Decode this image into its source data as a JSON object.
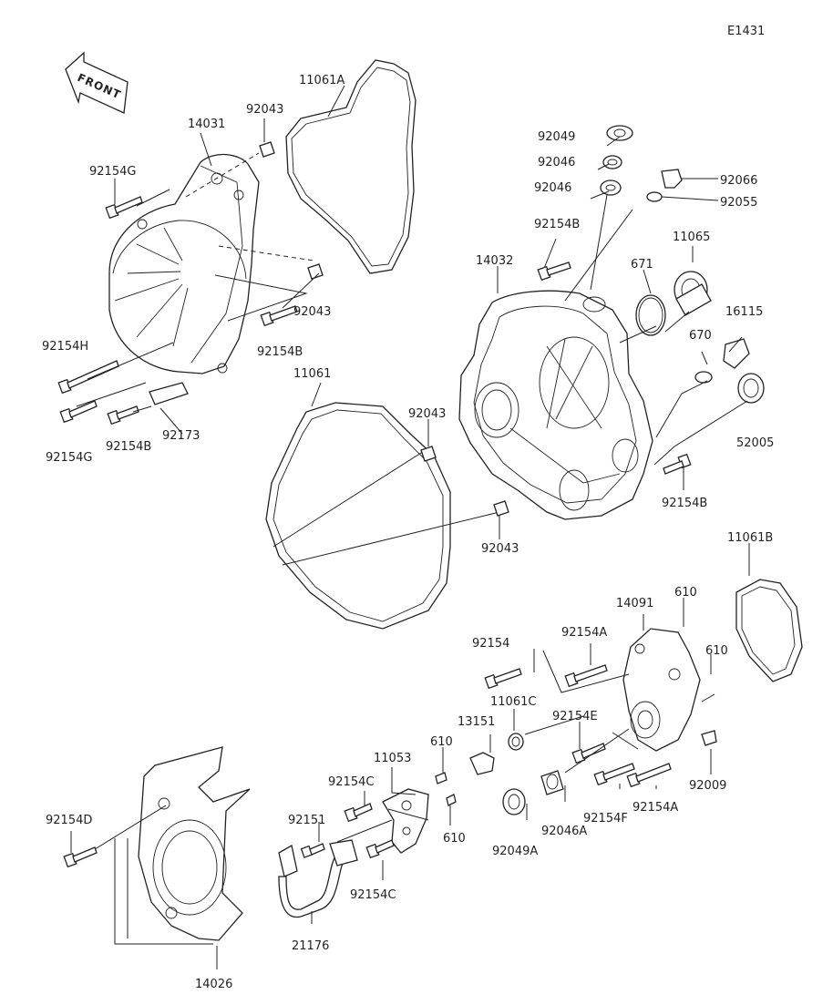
{
  "diagram_code": "E1431",
  "front_arrow_label": "FRONT",
  "labels": {
    "p11061A": "11061A",
    "p92043_top": "92043",
    "p14031": "14031",
    "p92154G_top": "92154G",
    "p92043_mid": "92043",
    "p92154B_left": "92154B",
    "p92154H": "92154H",
    "p92154G_bot": "92154G",
    "p92154B_bot": "92154B",
    "p92173": "92173",
    "p92049": "92049",
    "p92046_1": "92046",
    "p92046_2": "92046",
    "p92066": "92066",
    "p92055": "92055",
    "p92154B_top": "92154B",
    "p14032": "14032",
    "p671": "671",
    "p11065": "11065",
    "p16115": "16115",
    "p670": "670",
    "p52005": "52005",
    "p11061": "11061",
    "p92043_c1": "92043",
    "p92043_c2": "92043",
    "p92154B_right": "92154B",
    "p11061B": "11061B",
    "p14091": "14091",
    "p610_a": "610",
    "p610_b": "610",
    "p92154": "92154",
    "p92154A_top": "92154A",
    "p11061C": "11061C",
    "p92154E": "92154E",
    "p13151": "13151",
    "p610_c": "610",
    "p11053": "11053",
    "p92154C_top": "92154C",
    "p92151": "92151",
    "p610_d": "610",
    "p92154C_bot": "92154C",
    "p92049A": "92049A",
    "p92046A": "92046A",
    "p92154F": "92154F",
    "p92154A_bot": "92154A",
    "p92009": "92009",
    "p92154D": "92154D",
    "p21176": "21176",
    "p14026": "14026"
  }
}
